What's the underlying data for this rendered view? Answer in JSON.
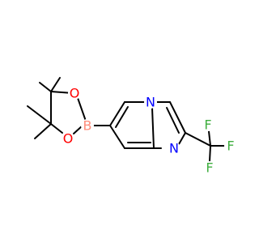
{
  "molecule": {
    "atoms": {
      "o_top": {
        "symbol": "O",
        "color": "#ff0000"
      },
      "o_bottom": {
        "symbol": "O",
        "color": "#ff0000"
      },
      "boron": {
        "symbol": "B",
        "color": "#ff8c7a"
      },
      "n_bridge": {
        "symbol": "N",
        "color": "#0000ff"
      },
      "n_imine": {
        "symbol": "N",
        "color": "#0000ff"
      },
      "f_top": {
        "symbol": "F",
        "color": "#3fae3f"
      },
      "f_right": {
        "symbol": "F",
        "color": "#3fae3f"
      },
      "f_bottom": {
        "symbol": "F",
        "color": "#3fae3f"
      }
    },
    "bond_color": "#000000"
  }
}
